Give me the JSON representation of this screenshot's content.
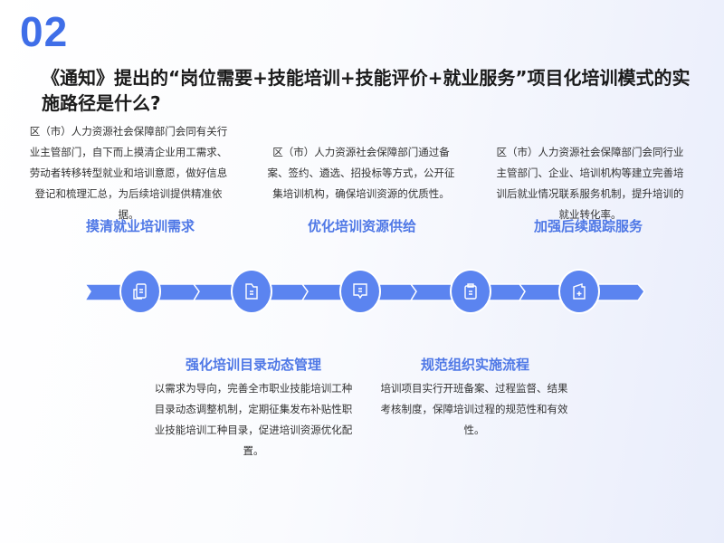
{
  "header": {
    "number": "02",
    "title": "《通知》提出的“岗位需要+技能培训+技能评价+就业服务”项目化培训模式的实施路径是什么?"
  },
  "colors": {
    "accent": "#5b84f0",
    "heading": "#4f78e6"
  },
  "steps": [
    {
      "title": "摸清就业培训需求",
      "text": "区（市）人力资源社会保障部门会同有关行业主管部门，自下而上摸清企业用工需求、劳动者转移转型就业和培训意愿，做好信息登记和梳理汇总，为后续培训提供精准依据。",
      "icon": "document-icon"
    },
    {
      "title": "强化培训目录动态管理",
      "text": "以需求为导向，完善全市职业技能培训工种目录动态调整机制，定期征集发布补贴性职业技能培训工种目录，促进培训资源优化配置。",
      "icon": "folder-icon"
    },
    {
      "title": "优化培训资源供给",
      "text": "区（市）人力资源社会保障部门通过备案、签约、遴选、招投标等方式，公开征集培训机构，确保培训资源的优质性。",
      "icon": "message-icon"
    },
    {
      "title": "规范组织实施流程",
      "text": "培训项目实行开班备案、过程监督、结果考核制度，保障培训过程的规范性和有效性。",
      "icon": "clipboard-icon"
    },
    {
      "title": "加强后续跟踪服务",
      "text": "区（市）人力资源社会保障部门会同行业主管部门、企业、培训机构等建立完善培训后就业情况联系服务机制，提升培训的就业转化率。",
      "icon": "book-plus-icon"
    }
  ]
}
